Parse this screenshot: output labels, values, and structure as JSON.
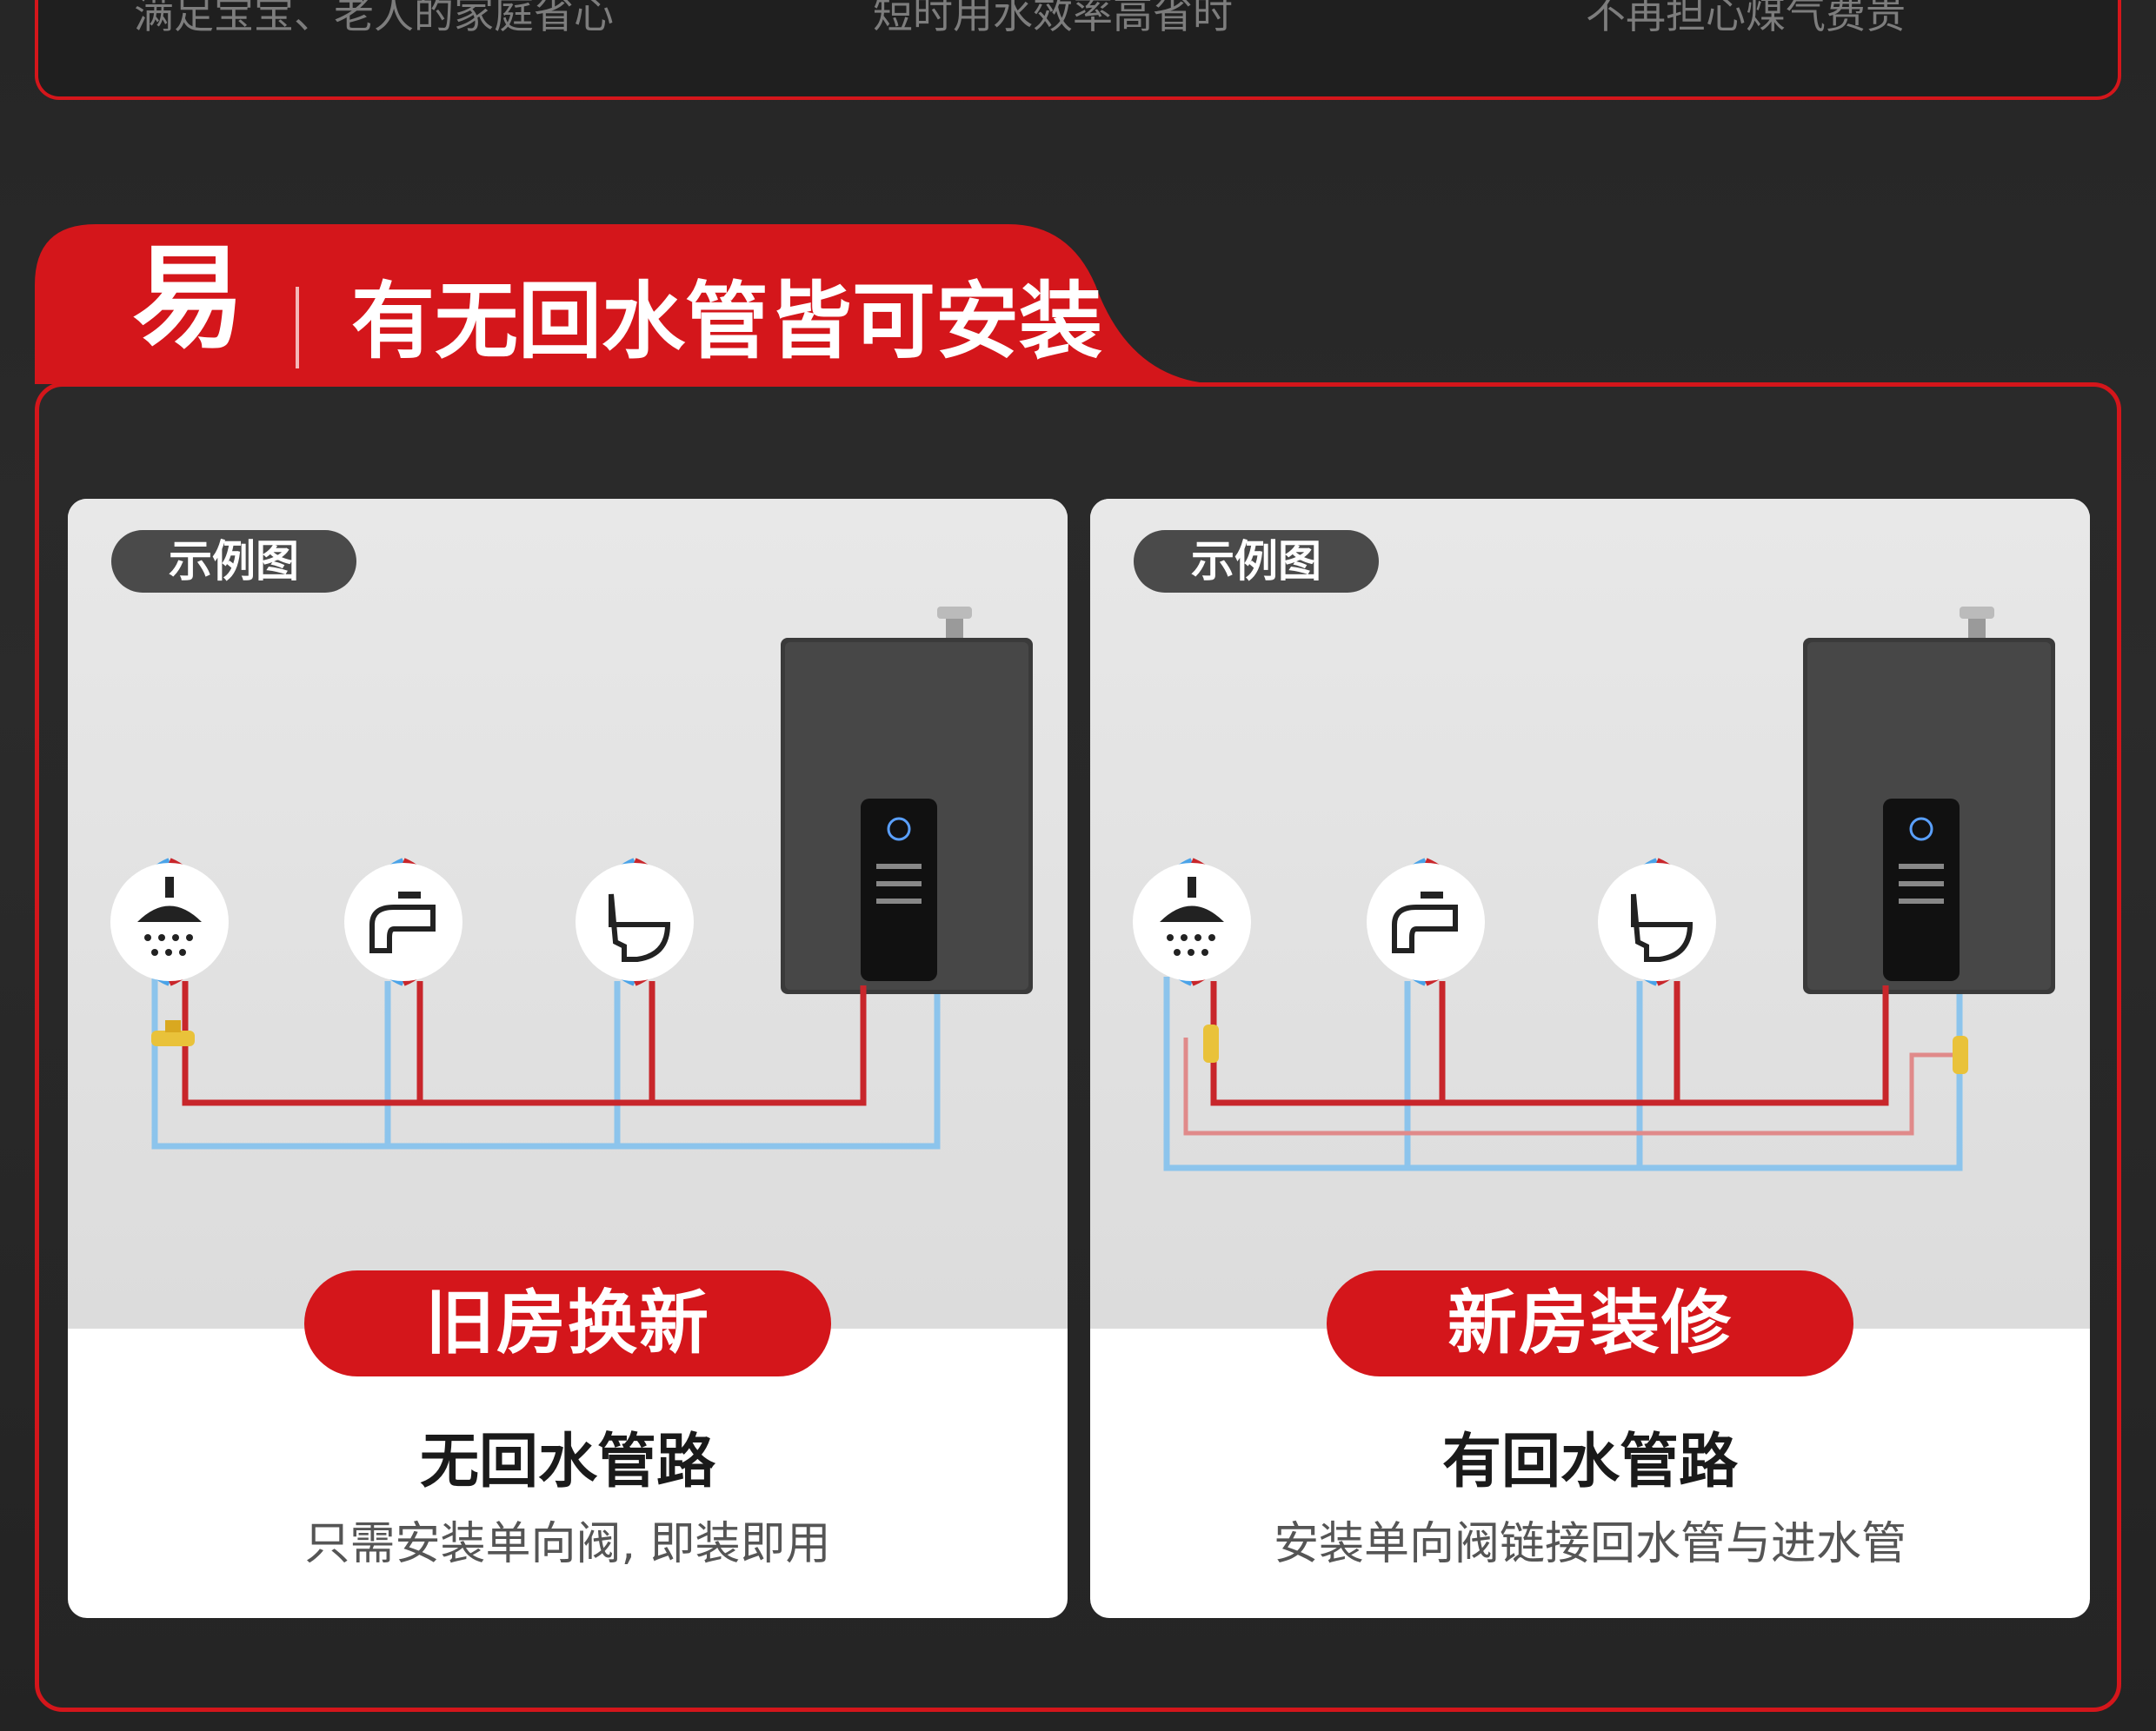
{
  "top_section": {
    "items": [
      "满足宝宝、老人的家庭省心",
      "短时用水效率高省时",
      "不再担心煤气费贵"
    ]
  },
  "header": {
    "char": "易",
    "title": "有无回水管皆可安装"
  },
  "panels": [
    {
      "badge": "示例图",
      "pill": "旧房换新",
      "heading": "无回水管路",
      "desc": "只需安装单向阀, 即装即用"
    },
    {
      "badge": "示例图",
      "pill": "新房装修",
      "heading": "有回水管路",
      "desc": "安装单向阀链接回水管与进水管"
    }
  ],
  "colors": {
    "accent_red": "#d4161b",
    "hot_pipe": "#c8262b",
    "cold_pipe": "#8cc4ec",
    "ring_blue": "#4aa3e8",
    "valve": "#e9c23a",
    "background": "#262626"
  },
  "icons": [
    "shower-icon",
    "faucet-icon",
    "toilet-icon",
    "water-heater-icon",
    "check-valve-icon"
  ]
}
